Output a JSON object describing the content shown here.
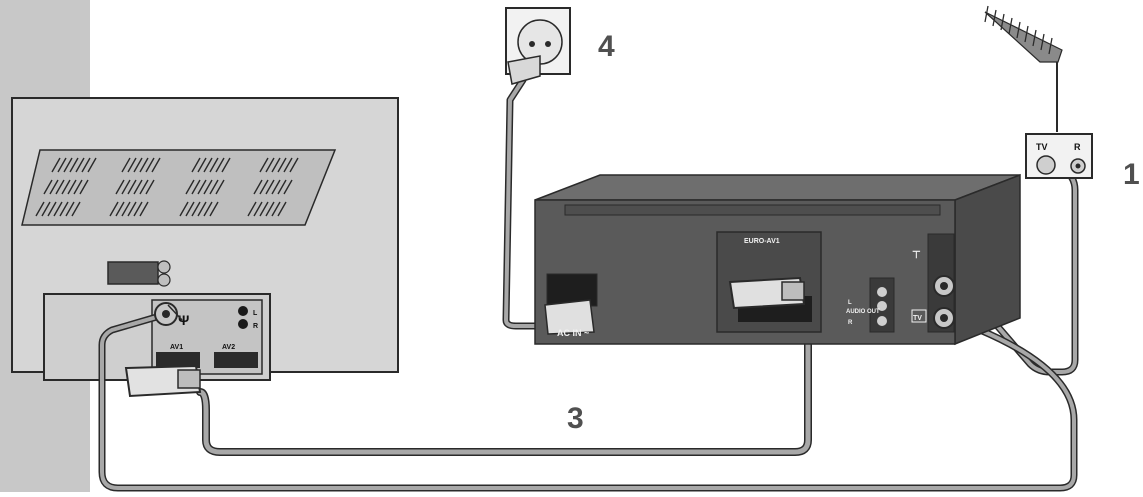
{
  "step_numbers": {
    "antenna": "1",
    "scart_cable": "3",
    "mains_plug": "4"
  },
  "tv_rear": {
    "av1": "AV1",
    "av2": "AV2",
    "audio_l": "L",
    "audio_r": "R",
    "antenna_symbol": "Ψ"
  },
  "vcr_rear": {
    "ac_in": "AC IN ~",
    "euro_av1": "EURO-AV1",
    "audio_out_title": "AUDIO OUT",
    "audio_l": "L",
    "audio_r": "R",
    "tv_jack": "TV"
  },
  "wall_socket": {
    "tv": "TV",
    "r": "R"
  },
  "colors": {
    "sidebar": "#c8c8c8",
    "device_dark": "#5a5a5a",
    "device_light": "#d6d6d6",
    "cable": "#9a9a9a",
    "outline": "#2a2a2a"
  }
}
